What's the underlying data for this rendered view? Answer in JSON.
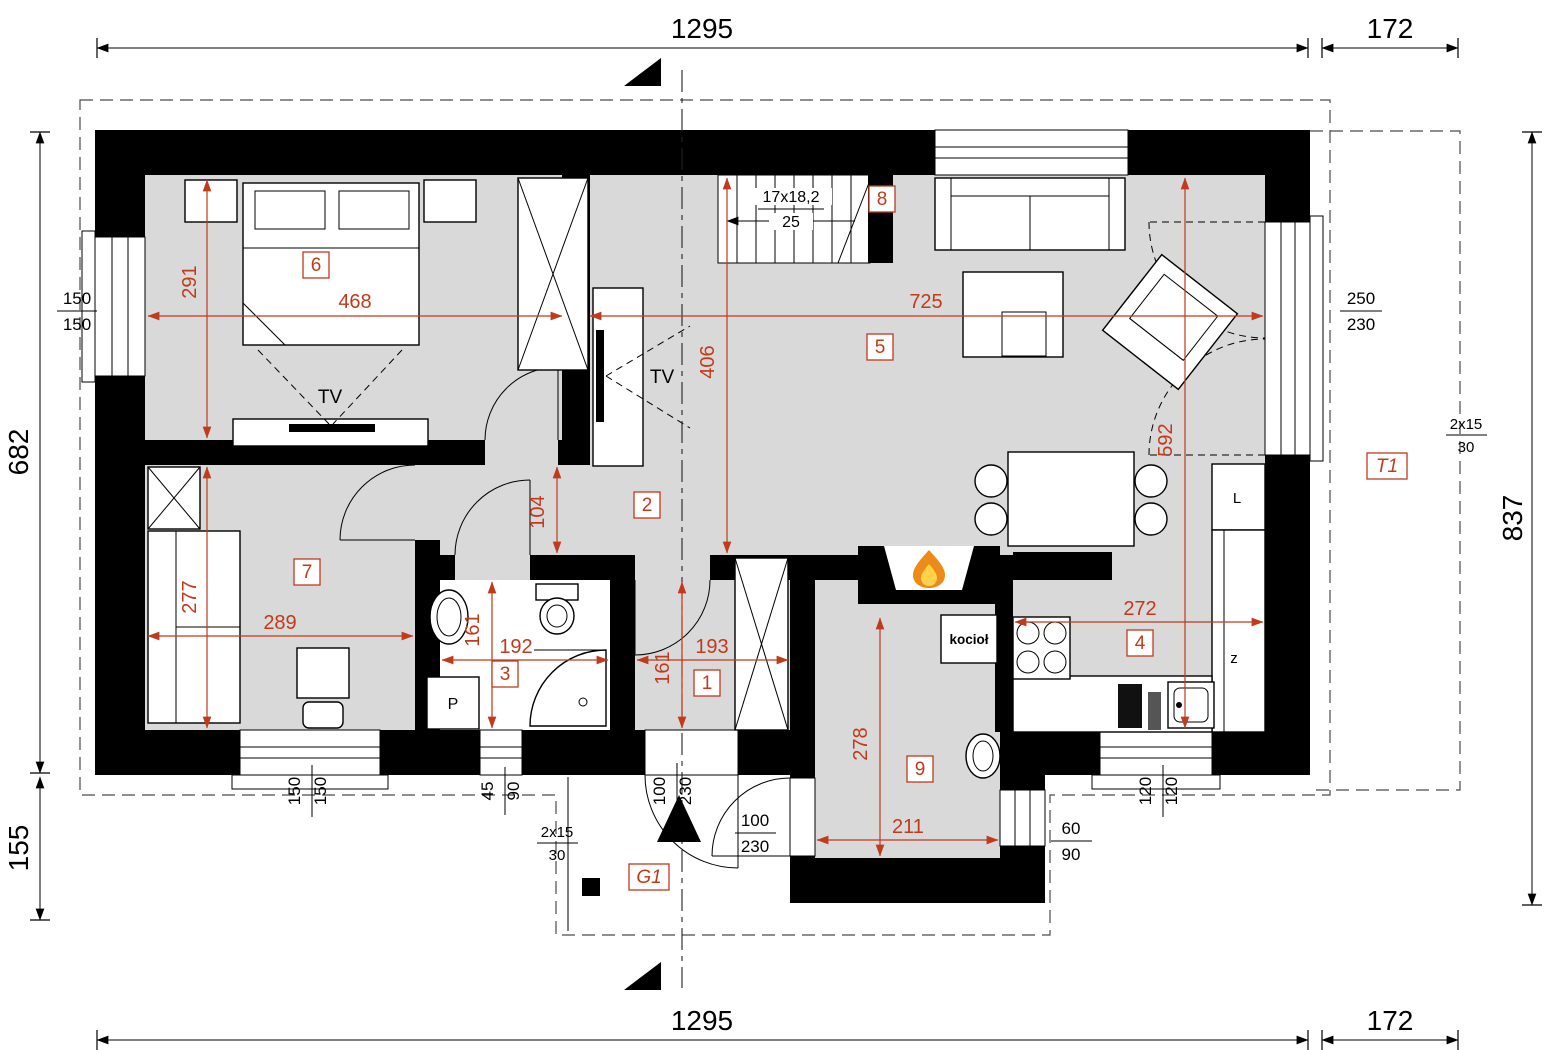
{
  "drawing": {
    "type": "architectural-floor-plan",
    "colors": {
      "dimension_accent": "#c03a1c",
      "wall": "#000000",
      "floor": "#d9d9d9"
    }
  },
  "overall_dims": {
    "top_width": "1295",
    "top_side": "172",
    "bottom_width": "1295",
    "bottom_side": "172",
    "left_height": "682",
    "left_porch": "155",
    "right_height": "837"
  },
  "room_dims": {
    "room6_width": "468",
    "room6_depth": "291",
    "room5_width": "725",
    "room5_depth": "406",
    "living_kitchen_depth": "592",
    "hall_depth": "104",
    "room7_width": "289",
    "room7_depth": "277",
    "bath_width": "192",
    "bath_depth": "161",
    "room1_width": "193",
    "room1_depth": "161",
    "kitchen_width": "272",
    "room9_depth": "278",
    "room9_width": "211"
  },
  "openings": {
    "window_left": {
      "num": "150",
      "den": "150"
    },
    "door_terrace": {
      "num": "250",
      "den": "230"
    },
    "vent_terrace": {
      "num": "2x15",
      "den": "30"
    },
    "window_bottom_left": {
      "num": "150",
      "den": "150"
    },
    "window_bath": {
      "num": "45",
      "den": "90"
    },
    "door_entry": {
      "num": "100",
      "den": "230"
    },
    "vent_porch": {
      "num": "2x15",
      "den": "30"
    },
    "door_room9": {
      "num": "100",
      "den": "230"
    },
    "window_room9": {
      "num": "60",
      "den": "90"
    },
    "window_kitchen": {
      "num": "120",
      "den": "120"
    }
  },
  "room_numbers": {
    "r1": "1",
    "r2": "2",
    "r3": "3",
    "r4": "4",
    "r5": "5",
    "r6": "6",
    "r7": "7",
    "r8": "8",
    "r9": "9",
    "porch": "G1",
    "terrace": "T1"
  },
  "labels": {
    "tv_bedroom": "TV",
    "tv_living": "TV",
    "stairs_run": "17x18,2",
    "stairs_tread": "25",
    "fridge": "L",
    "washing_machine": "P",
    "boiler": "kocioł",
    "sink": "z"
  }
}
